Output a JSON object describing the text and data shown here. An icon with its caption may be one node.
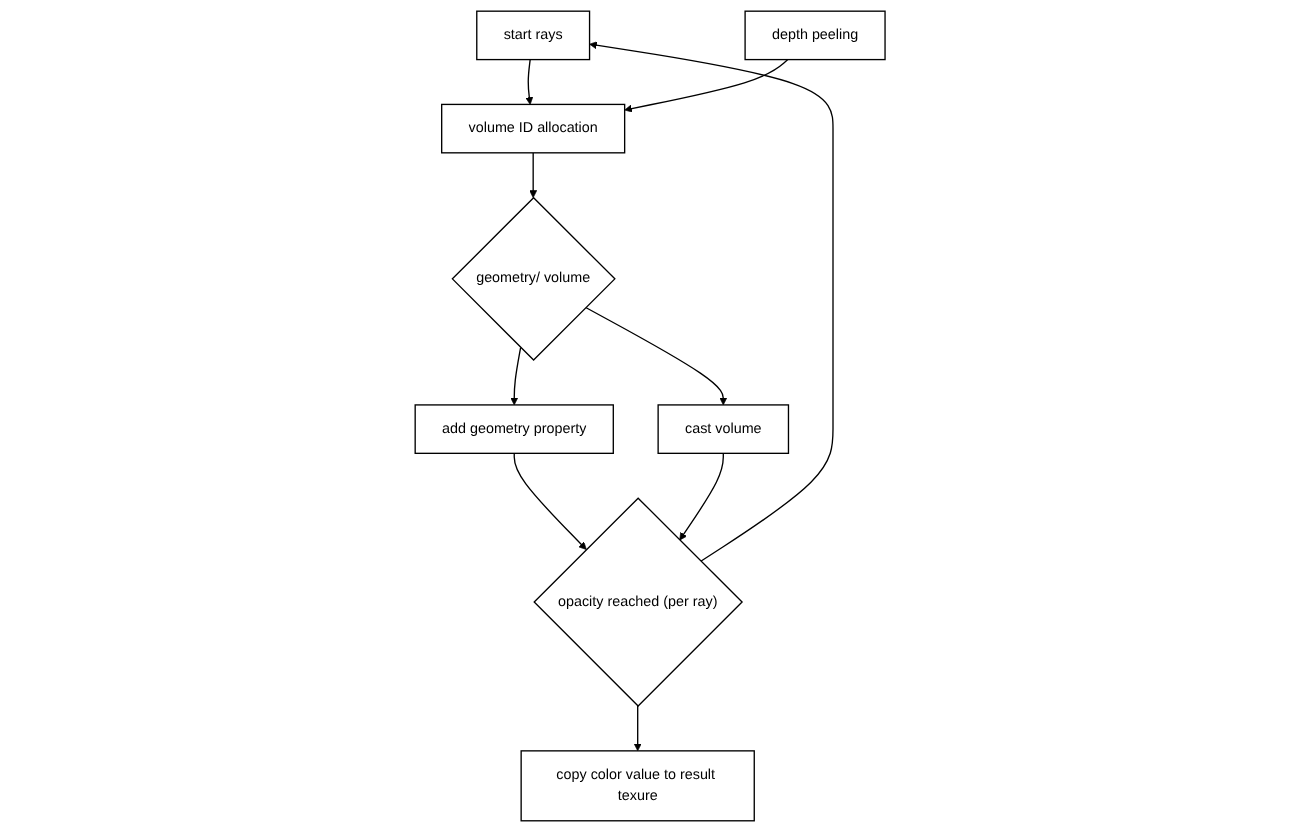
{
  "diagram": {
    "nodes": [
      {
        "text": [
          "start rays"
        ]
      },
      {
        "text": [
          "depth peeling"
        ]
      },
      {
        "text": [
          "volume ID allocation"
        ]
      },
      {
        "text": [
          "geometry/ volume"
        ]
      },
      {
        "text": [
          "add geometry property"
        ]
      },
      {
        "text": [
          "opacity reached (per ray)"
        ]
      },
      {
        "text": [
          "cast volume"
        ]
      },
      {
        "text": [
          "copy color value to result texure"
        ]
      }
    ],
    "edges": [
      {
        "from": 0,
        "to": 2,
        "arrow": "to"
      },
      {
        "from": 1,
        "to": 2,
        "arrow": "to"
      },
      {
        "from": 2,
        "to": 3,
        "arrow": "to"
      },
      {
        "from": 3,
        "to": 4,
        "arrow": "to"
      },
      {
        "from": 4,
        "to": 5,
        "arrow": "to"
      },
      {
        "from": 3,
        "to": 6,
        "arrow": "to"
      },
      {
        "from": 6,
        "to": 5,
        "arrow": "to"
      },
      {
        "from": 5,
        "to": 0,
        "arrow": "to"
      },
      {
        "from": 5,
        "to": 7,
        "arrow": "to"
      }
    ]
  }
}
